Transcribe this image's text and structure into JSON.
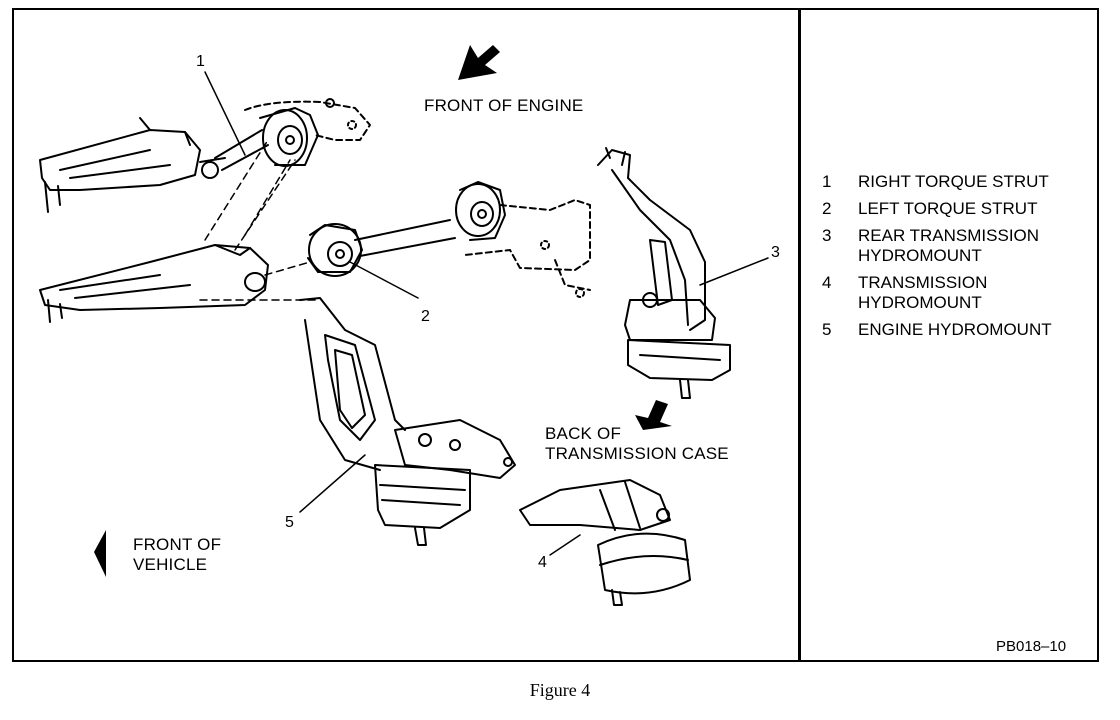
{
  "labels": {
    "front_of_engine": "FRONT OF ENGINE",
    "back_of_transmission_case": "BACK OF\nTRANSMISSION CASE",
    "front_of_vehicle": "FRONT OF\nVEHICLE"
  },
  "callouts": [
    "1",
    "2",
    "3",
    "4",
    "5"
  ],
  "legend": [
    {
      "num": "1",
      "text": "RIGHT TORQUE STRUT"
    },
    {
      "num": "2",
      "text": "LEFT TORQUE STRUT"
    },
    {
      "num": "3",
      "text": "REAR TRANSMISSION\nHYDROMOUNT"
    },
    {
      "num": "4",
      "text": "TRANSMISSION\nHYDROMOUNT"
    },
    {
      "num": "5",
      "text": "ENGINE HYDROMOUNT"
    }
  ],
  "figure_code": "PB018–10",
  "caption": "Figure 4"
}
